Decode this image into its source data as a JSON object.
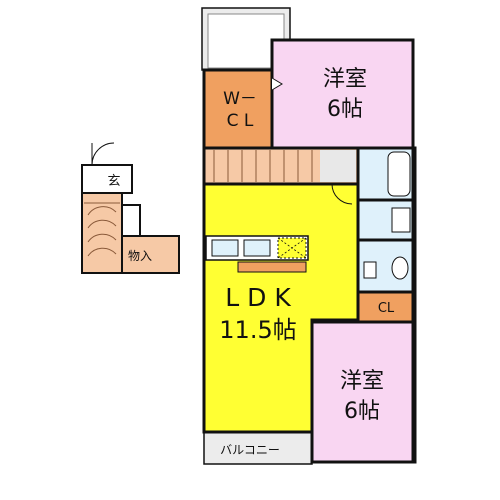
{
  "colors": {
    "ldk": "#ffff33",
    "bedroom": "#f9d6f2",
    "closet": "#f0a060",
    "wet": "#dff1fb",
    "hall": "#e8e8e8",
    "stair": "#f6c9a6",
    "balcony": "#ececec",
    "outline": "#111111"
  },
  "rooms": {
    "bedroom1": {
      "name": "洋室",
      "size": "6帖"
    },
    "wcl": {
      "line1": "W－",
      "line2": "C L"
    },
    "ldk": {
      "name": "L D K",
      "size": "11.5帖"
    },
    "bedroom2": {
      "name": "洋室",
      "size": "6帖"
    },
    "cl": {
      "label": "CL"
    },
    "balcony": {
      "label": "バルコニー"
    }
  },
  "entry": {
    "genkan": "玄",
    "storage": "物入"
  }
}
